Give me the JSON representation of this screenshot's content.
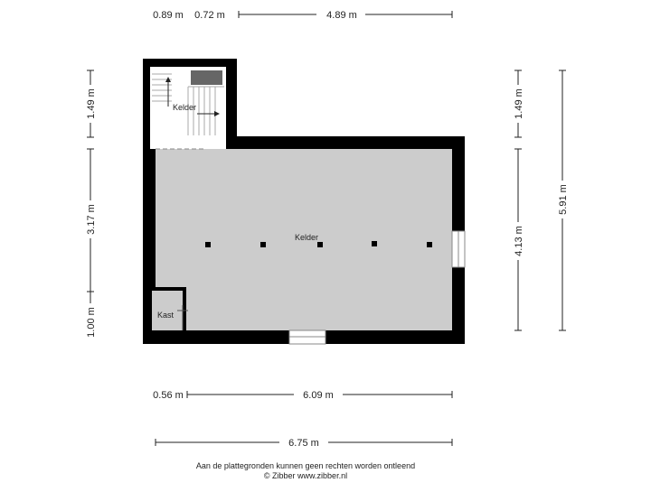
{
  "colors": {
    "wall": "#000000",
    "floor": "#cccccc",
    "stair": "#ffffff",
    "dimension_line": "#222222",
    "small_dark_block": "#666666"
  },
  "dimensions": {
    "top_a": "0.89 m",
    "top_b": "0.72 m",
    "top_c": "4.89 m",
    "left_a": "1.49 m",
    "left_b": "3.17 m",
    "left_c": "1.00 m",
    "right_a": "1.49 m",
    "right_b": "4.13 m",
    "right_c": "5.91 m",
    "bottom_a": "0.56 m",
    "bottom_b": "6.09 m",
    "bottom_c": "6.75 m"
  },
  "rooms": {
    "stair_area": "Kelder",
    "main": "Kelder",
    "closet": "Kast"
  },
  "footer": {
    "line1": "Aan de plattegronden kunnen geen rechten worden ontleend",
    "line2": "© Zibber www.zibber.nl"
  },
  "icons": {
    "stair": "stair-arrow-icon",
    "column": "column-marker-icon"
  }
}
